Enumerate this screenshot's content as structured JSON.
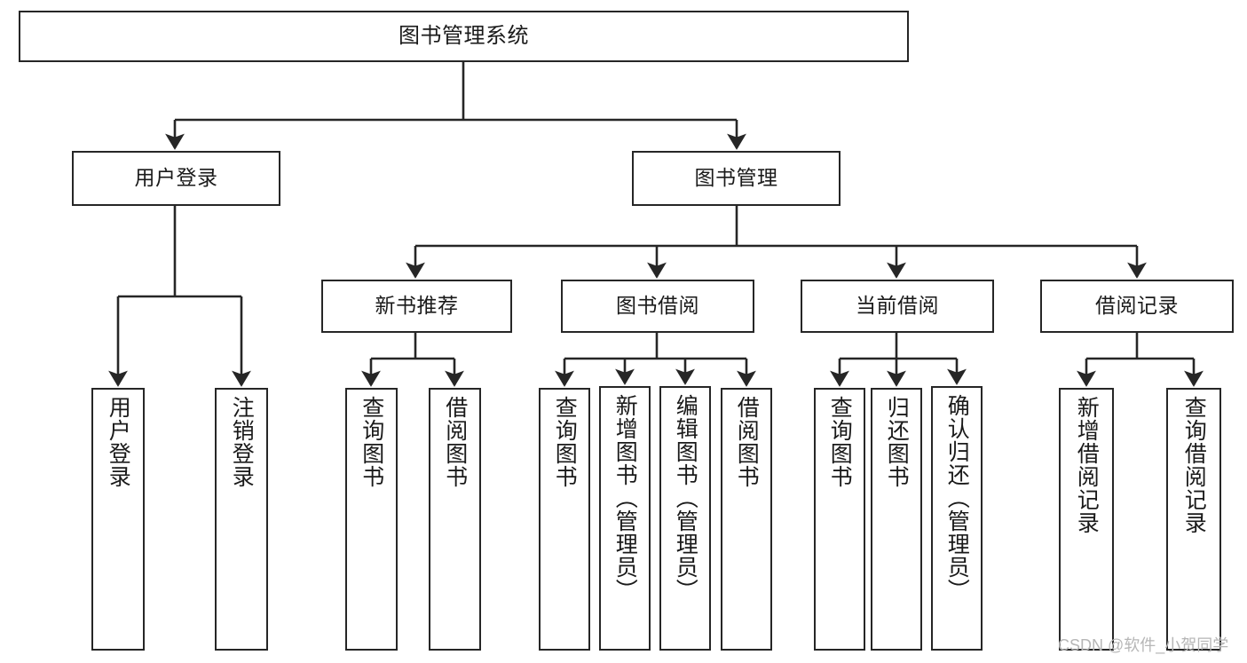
{
  "diagram": {
    "type": "tree",
    "title": "图书管理系统",
    "orientation": "top-down",
    "colors": {
      "box_border": "#262626",
      "box_fill": "#ffffff",
      "connector": "#262626",
      "text": "#1a1a1a",
      "watermark": "#b6b6b6",
      "background": "#ffffff"
    },
    "watermark": "CSDN @软件_小贺同学",
    "nodes": {
      "root": {
        "label": "图书管理系统",
        "level": 1
      },
      "user_login": {
        "label": "用户登录",
        "level": 2
      },
      "book_manage": {
        "label": "图书管理",
        "level": 2
      },
      "new_book_rec": {
        "label": "新书推荐",
        "level": 3
      },
      "book_borrow": {
        "label": "图书借阅",
        "level": 3
      },
      "current_borrow": {
        "label": "当前借阅",
        "level": 3
      },
      "borrow_record": {
        "label": "借阅记录",
        "level": 3
      },
      "leaf_user_login": {
        "label": "用户登录",
        "level": 4
      },
      "leaf_logout": {
        "label": "注销登录",
        "level": 4
      },
      "leaf_query_book_1": {
        "label": "查询图书",
        "level": 4
      },
      "leaf_borrow_book_1": {
        "label": "借阅图书",
        "level": 4
      },
      "leaf_query_book_2": {
        "label": "查询图书",
        "level": 4
      },
      "leaf_add_book": {
        "label": "新增图书（管理员）",
        "level": 4
      },
      "leaf_edit_book": {
        "label": "编辑图书（管理员）",
        "level": 4
      },
      "leaf_borrow_book_2": {
        "label": "借阅图书",
        "level": 4
      },
      "leaf_query_book_3": {
        "label": "查询图书",
        "level": 4
      },
      "leaf_return_book": {
        "label": "归还图书",
        "level": 4
      },
      "leaf_confirm_return": {
        "label": "确认归还（管理员）",
        "level": 4
      },
      "leaf_add_record": {
        "label": "新增借阅记录",
        "level": 4
      },
      "leaf_query_record": {
        "label": "查询借阅记录",
        "level": 4
      }
    },
    "edges": [
      {
        "from": "root",
        "to": "user_login"
      },
      {
        "from": "root",
        "to": "book_manage"
      },
      {
        "from": "user_login",
        "to": "leaf_user_login"
      },
      {
        "from": "user_login",
        "to": "leaf_logout"
      },
      {
        "from": "book_manage",
        "to": "new_book_rec"
      },
      {
        "from": "book_manage",
        "to": "book_borrow"
      },
      {
        "from": "book_manage",
        "to": "current_borrow"
      },
      {
        "from": "book_manage",
        "to": "borrow_record"
      },
      {
        "from": "new_book_rec",
        "to": "leaf_query_book_1"
      },
      {
        "from": "new_book_rec",
        "to": "leaf_borrow_book_1"
      },
      {
        "from": "book_borrow",
        "to": "leaf_query_book_2"
      },
      {
        "from": "book_borrow",
        "to": "leaf_add_book"
      },
      {
        "from": "book_borrow",
        "to": "leaf_edit_book"
      },
      {
        "from": "book_borrow",
        "to": "leaf_borrow_book_2"
      },
      {
        "from": "current_borrow",
        "to": "leaf_query_book_3"
      },
      {
        "from": "current_borrow",
        "to": "leaf_return_book"
      },
      {
        "from": "current_borrow",
        "to": "leaf_confirm_return"
      },
      {
        "from": "borrow_record",
        "to": "leaf_add_record"
      },
      {
        "from": "borrow_record",
        "to": "leaf_query_record"
      }
    ]
  }
}
